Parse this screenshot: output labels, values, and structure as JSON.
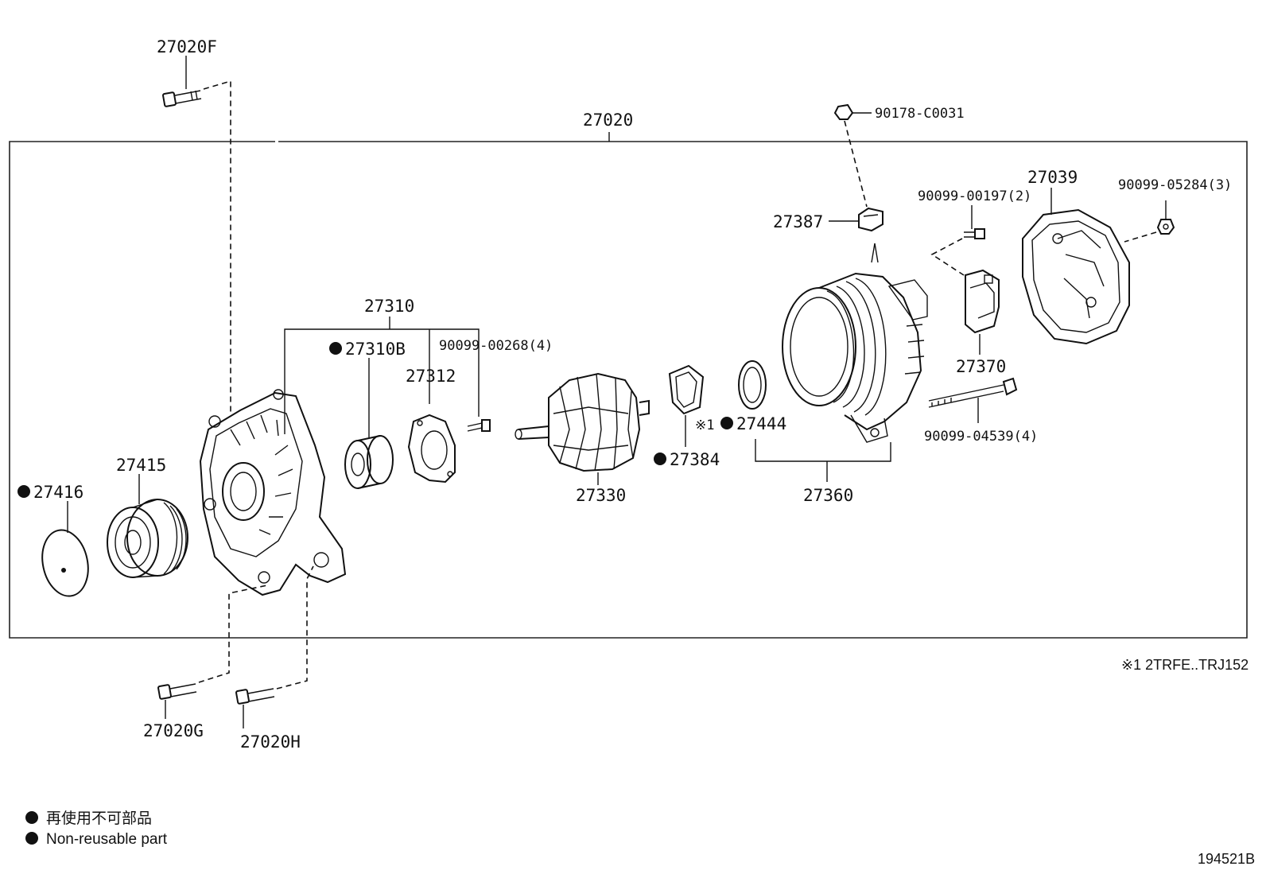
{
  "diagram": {
    "assembly_label": "27020",
    "parts": [
      {
        "key": "p27020F",
        "label": "27020F",
        "non_reusable": false
      },
      {
        "key": "p27020G",
        "label": "27020G",
        "non_reusable": false
      },
      {
        "key": "p27020H",
        "label": "27020H",
        "non_reusable": false
      },
      {
        "key": "p27416",
        "label": "27416",
        "non_reusable": true
      },
      {
        "key": "p27415",
        "label": "27415",
        "non_reusable": false
      },
      {
        "key": "p27310",
        "label": "27310",
        "non_reusable": false
      },
      {
        "key": "p27310B",
        "label": "27310B",
        "non_reusable": true
      },
      {
        "key": "p27312",
        "label": "27312",
        "non_reusable": false
      },
      {
        "key": "p90099_00268",
        "label": "90099-00268(4)",
        "non_reusable": false
      },
      {
        "key": "p27330",
        "label": "27330",
        "non_reusable": false
      },
      {
        "key": "p27384",
        "label": "27384",
        "non_reusable": true
      },
      {
        "key": "p27444",
        "label": "27444",
        "non_reusable": true,
        "note_mark": "※1"
      },
      {
        "key": "p27360",
        "label": "27360",
        "non_reusable": false
      },
      {
        "key": "p27387",
        "label": "27387",
        "non_reusable": false
      },
      {
        "key": "p90178",
        "label": "90178-C0031",
        "non_reusable": false
      },
      {
        "key": "p90099_00197",
        "label": "90099-00197(2)",
        "non_reusable": false
      },
      {
        "key": "p27370",
        "label": "27370",
        "non_reusable": false
      },
      {
        "key": "p90099_04539",
        "label": "90099-04539(4)",
        "non_reusable": false
      },
      {
        "key": "p27039",
        "label": "27039",
        "non_reusable": false
      },
      {
        "key": "p90099_05284",
        "label": "90099-05284(3)",
        "non_reusable": false
      }
    ],
    "footnote": "※1 2TRFE..TRJ152",
    "legend": {
      "japanese": "再使用不可部品",
      "english": "Non-reusable part"
    },
    "figure_id": "194521B"
  }
}
